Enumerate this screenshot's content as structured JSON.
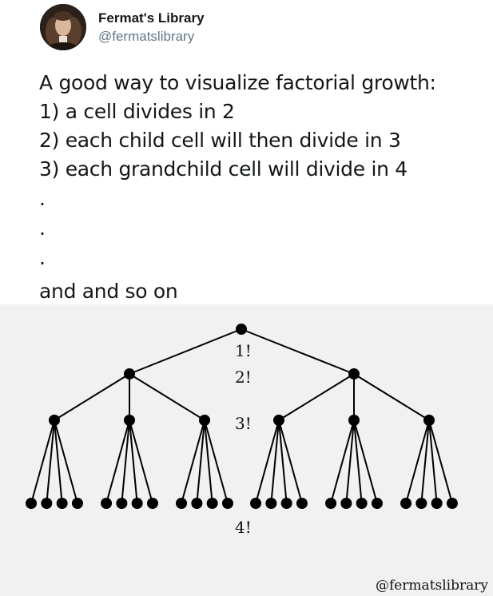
{
  "author": {
    "name": "Fermat's Library",
    "handle": "@fermatslibrary",
    "avatar_icon": "portrait-avatar-icon"
  },
  "tweet": {
    "lines": [
      "A good way to visualize factorial growth:",
      "1) a cell divides in 2",
      "2) each child cell will then divide in 3",
      "3) each grandchild cell will divide in 4"
    ],
    "dots": [
      ".",
      ".",
      "."
    ],
    "closing": "and and so on"
  },
  "figure": {
    "branching": [
      2,
      3,
      4
    ],
    "level_labels": [
      "1!",
      "2!",
      "3!",
      "4!"
    ],
    "watermark": "@fermatslibrary",
    "background": "#f1f1f1",
    "ink": "#000000"
  }
}
